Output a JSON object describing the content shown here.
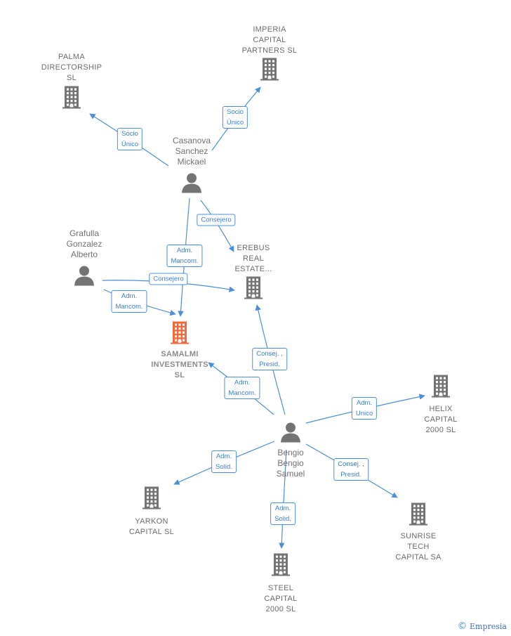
{
  "colors": {
    "edge": "#4a8fd8",
    "company": "#737373",
    "focus": "#f26a3c",
    "person": "#737373"
  },
  "nodes": [
    {
      "id": "palma",
      "kind": "company",
      "label": "PALMA\nDIRECTORSHIP\nSL",
      "icon": "building-icon"
    },
    {
      "id": "imperia",
      "kind": "company",
      "label": "IMPERIA\nCAPITAL\nPARTNERS  SL",
      "icon": "building-icon"
    },
    {
      "id": "casanova",
      "kind": "person",
      "label": "Casanova\nSanchez\nMickael",
      "icon": "person-icon"
    },
    {
      "id": "grafulla",
      "kind": "person",
      "label": "Grafulla\nGonzalez\nAlberto",
      "icon": "person-icon"
    },
    {
      "id": "erebus",
      "kind": "company",
      "label": "EREBUS\nREAL\nESTATE...",
      "icon": "building-icon"
    },
    {
      "id": "samalmi",
      "kind": "focus",
      "label": "SAMALMI\nINVESTMENTS\nSL",
      "icon": "building-icon"
    },
    {
      "id": "bengio",
      "kind": "person",
      "label": "Bengio\nBengio\nSamuel",
      "icon": "person-icon"
    },
    {
      "id": "helix",
      "kind": "company",
      "label": "HELIX\nCAPITAL\n2000  SL",
      "icon": "building-icon"
    },
    {
      "id": "yarkon",
      "kind": "company",
      "label": "YARKON\nCAPITAL  SL",
      "icon": "building-icon"
    },
    {
      "id": "sunrise",
      "kind": "company",
      "label": "SUNRISE\nTECH\nCAPITAL SA",
      "icon": "building-icon"
    },
    {
      "id": "steel",
      "kind": "company",
      "label": "STEEL\nCAPITAL\n2000  SL",
      "icon": "building-icon"
    }
  ],
  "edges": [
    {
      "from": "casanova",
      "to": "palma",
      "label": "Socio\nÚnico"
    },
    {
      "from": "casanova",
      "to": "imperia",
      "label": "Socio\nÚnico"
    },
    {
      "from": "casanova",
      "to": "erebus",
      "label": "Consejero"
    },
    {
      "from": "casanova",
      "to": "samalmi",
      "label": "Adm.\nMancom."
    },
    {
      "from": "grafulla",
      "to": "erebus",
      "label": "Consejero"
    },
    {
      "from": "grafulla",
      "to": "samalmi",
      "label": "Adm.\nMancom."
    },
    {
      "from": "bengio",
      "to": "erebus",
      "label": "Consej. ,\nPresid."
    },
    {
      "from": "bengio",
      "to": "samalmi",
      "label": "Adm.\nMancom."
    },
    {
      "from": "bengio",
      "to": "helix",
      "label": "Adm.\nUnico"
    },
    {
      "from": "bengio",
      "to": "yarkon",
      "label": "Adm.\nSolid."
    },
    {
      "from": "bengio",
      "to": "sunrise",
      "label": "Consej. ,\nPresid."
    },
    {
      "from": "bengio",
      "to": "steel",
      "label": "Adm.\nSolid."
    }
  ],
  "watermark": {
    "symbol": "©",
    "brand": "Empresia"
  }
}
